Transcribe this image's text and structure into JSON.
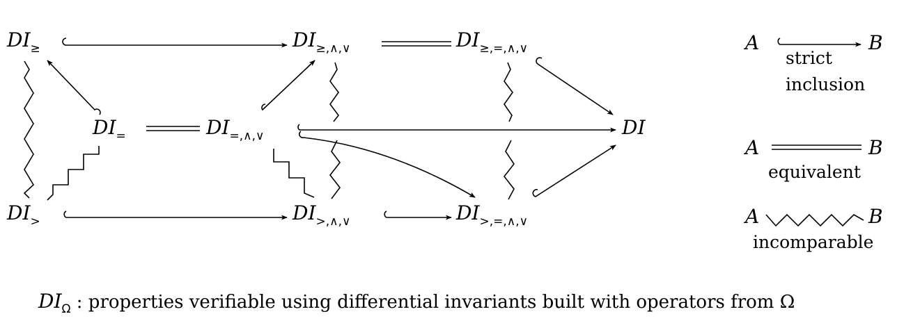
{
  "nodes": [
    {
      "id": "DI_ge",
      "label": "DI",
      "sub": "≥"
    },
    {
      "id": "DI_ge_and_or",
      "label": "DI",
      "sub": "≥,∧,∨"
    },
    {
      "id": "DI_ge_eq",
      "label": "DI",
      "sub": "≥,=,∧,∨"
    },
    {
      "id": "DI_eq",
      "label": "DI",
      "sub": "="
    },
    {
      "id": "DI_eq_and_or",
      "label": "DI",
      "sub": "=,∧,∨"
    },
    {
      "id": "DI",
      "label": "DI",
      "sub": ""
    },
    {
      "id": "DI_gt",
      "label": "DI",
      "sub": ">"
    },
    {
      "id": "DI_gt_and_or",
      "label": "DI",
      "sub": ">,∧,∨"
    },
    {
      "id": "DI_gt_eq",
      "label": "DI",
      "sub": ">,=,∧,∨"
    }
  ],
  "edges": [
    {
      "from": "DI_ge",
      "to": "DI_ge_and_or",
      "kind": "strict inclusion"
    },
    {
      "from": "DI_ge_and_or",
      "to": "DI_ge_eq",
      "kind": "equivalent"
    },
    {
      "from": "DI_ge_eq",
      "to": "DI",
      "kind": "strict inclusion"
    },
    {
      "from": "DI_eq",
      "to": "DI_ge",
      "kind": "strict inclusion"
    },
    {
      "from": "DI_eq",
      "to": "DI_eq_and_or",
      "kind": "equivalent"
    },
    {
      "from": "DI_eq_and_or",
      "to": "DI_ge_and_or",
      "kind": "strict inclusion"
    },
    {
      "from": "DI_eq_and_or",
      "to": "DI",
      "kind": "strict inclusion"
    },
    {
      "from": "DI_eq_and_or",
      "to": "DI_gt_eq",
      "kind": "strict inclusion"
    },
    {
      "from": "DI_gt",
      "to": "DI_gt_and_or",
      "kind": "strict inclusion"
    },
    {
      "from": "DI_gt_and_or",
      "to": "DI_gt_eq",
      "kind": "strict inclusion"
    },
    {
      "from": "DI_gt_eq",
      "to": "DI",
      "kind": "strict inclusion"
    },
    {
      "from": "DI_ge",
      "to": "DI_gt",
      "kind": "incomparable"
    },
    {
      "from": "DI_ge_and_or",
      "to": "DI_gt_and_or",
      "kind": "incomparable"
    },
    {
      "from": "DI_ge_eq",
      "to": "DI_gt_eq",
      "kind": "incomparable"
    },
    {
      "from": "DI_eq",
      "to": "DI_gt",
      "kind": "incomparable"
    },
    {
      "from": "DI_eq_and_or",
      "to": "DI_gt_and_or",
      "kind": "incomparable"
    }
  ],
  "legend": {
    "var_a": "A",
    "var_b": "B",
    "strict_line1": "strict",
    "strict_line2": "inclusion",
    "equivalent": "equivalent",
    "incomparable": "incomparable"
  },
  "caption": {
    "symbol": "DI",
    "symbol_sub": "Ω",
    "text": " : properties verifiable using differential invariants built with operators from Ω"
  }
}
